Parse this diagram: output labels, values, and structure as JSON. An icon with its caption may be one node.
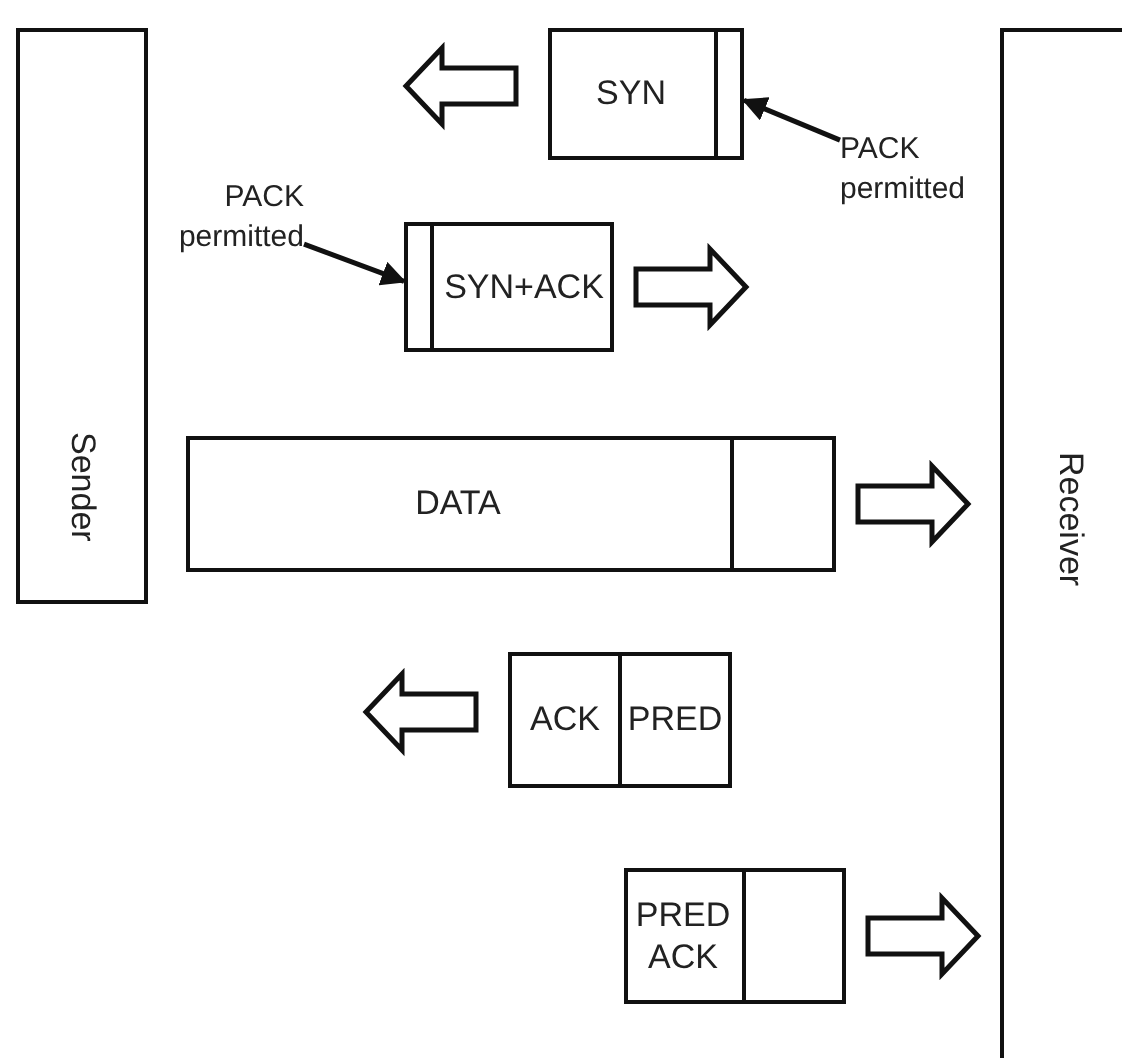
{
  "diagram": {
    "nodes": [
      {
        "text": [
          "Sender"
        ]
      },
      {
        "text": [
          "Receiver"
        ]
      },
      {
        "text": [
          "SYN"
        ]
      },
      {
        "text": [],
        "shape": "box",
        "in": 2
      },
      {
        "text": [
          "PACK permitted"
        ]
      },
      {
        "text": [
          "SYN+ACK"
        ]
      },
      {
        "text": [],
        "shape": "box",
        "in": 5
      },
      {
        "text": [
          "PACK permitted"
        ]
      },
      {
        "text": [
          "DATA"
        ]
      },
      {
        "text": [],
        "shape": "box",
        "in": 8
      },
      {
        "text": [
          "ACK",
          "PRED"
        ]
      },
      {
        "text": [
          "PRED ACK"
        ]
      },
      {
        "text": [],
        "shape": "box",
        "in": 11
      }
    ],
    "edges": [
      {
        "from": 4,
        "to": 3,
        "arrow": "to"
      },
      {
        "from": 7,
        "to": 6,
        "arrow": "to"
      },
      {
        "from": 8,
        "to": 1,
        "arrow": "to"
      },
      {
        "from": 11,
        "to": 1,
        "arrow": "to"
      }
    ]
  }
}
